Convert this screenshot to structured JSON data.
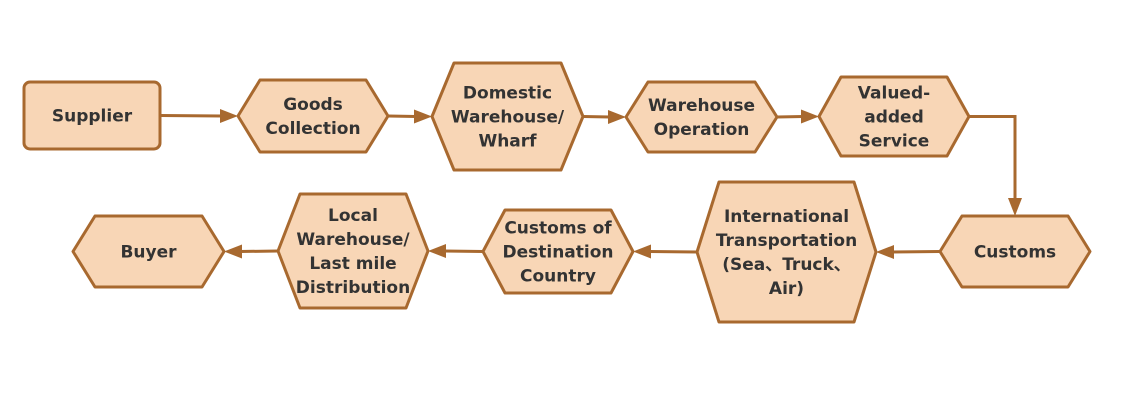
{
  "diagram": {
    "type": "flowchart",
    "colors": {
      "fill": "#F8D6B6",
      "stroke": "#A8692F",
      "text": "#333333"
    },
    "nodes": [
      {
        "id": "supplier",
        "shape": "rounded-rect",
        "lines": [
          "Supplier"
        ]
      },
      {
        "id": "goods-collection",
        "shape": "hexagon",
        "lines": [
          "Goods",
          "Collection"
        ]
      },
      {
        "id": "domestic-warehouse",
        "shape": "hexagon",
        "lines": [
          "Domestic",
          "Warehouse/",
          "Wharf"
        ]
      },
      {
        "id": "warehouse-operation",
        "shape": "hexagon",
        "lines": [
          "Warehouse",
          "Operation"
        ]
      },
      {
        "id": "valued-added-service",
        "shape": "hexagon",
        "lines": [
          "Valued-",
          "added",
          "Service"
        ]
      },
      {
        "id": "customs",
        "shape": "hexagon",
        "lines": [
          "Customs"
        ]
      },
      {
        "id": "international-transportation",
        "shape": "hexagon",
        "lines": [
          "International",
          "Transportation",
          "(Sea、Truck、",
          "Air)"
        ]
      },
      {
        "id": "customs-destination",
        "shape": "hexagon",
        "lines": [
          "Customs of",
          "Destination",
          "Country"
        ]
      },
      {
        "id": "local-warehouse",
        "shape": "hexagon",
        "lines": [
          "Local",
          "Warehouse/",
          "Last mile",
          "Distribution"
        ]
      },
      {
        "id": "buyer",
        "shape": "hexagon",
        "lines": [
          "Buyer"
        ]
      }
    ],
    "edges": [
      {
        "from": "supplier",
        "to": "goods-collection"
      },
      {
        "from": "goods-collection",
        "to": "domestic-warehouse"
      },
      {
        "from": "domestic-warehouse",
        "to": "warehouse-operation"
      },
      {
        "from": "warehouse-operation",
        "to": "valued-added-service"
      },
      {
        "from": "valued-added-service",
        "to": "customs"
      },
      {
        "from": "customs",
        "to": "international-transportation"
      },
      {
        "from": "international-transportation",
        "to": "customs-destination"
      },
      {
        "from": "customs-destination",
        "to": "local-warehouse"
      },
      {
        "from": "local-warehouse",
        "to": "buyer"
      }
    ]
  }
}
